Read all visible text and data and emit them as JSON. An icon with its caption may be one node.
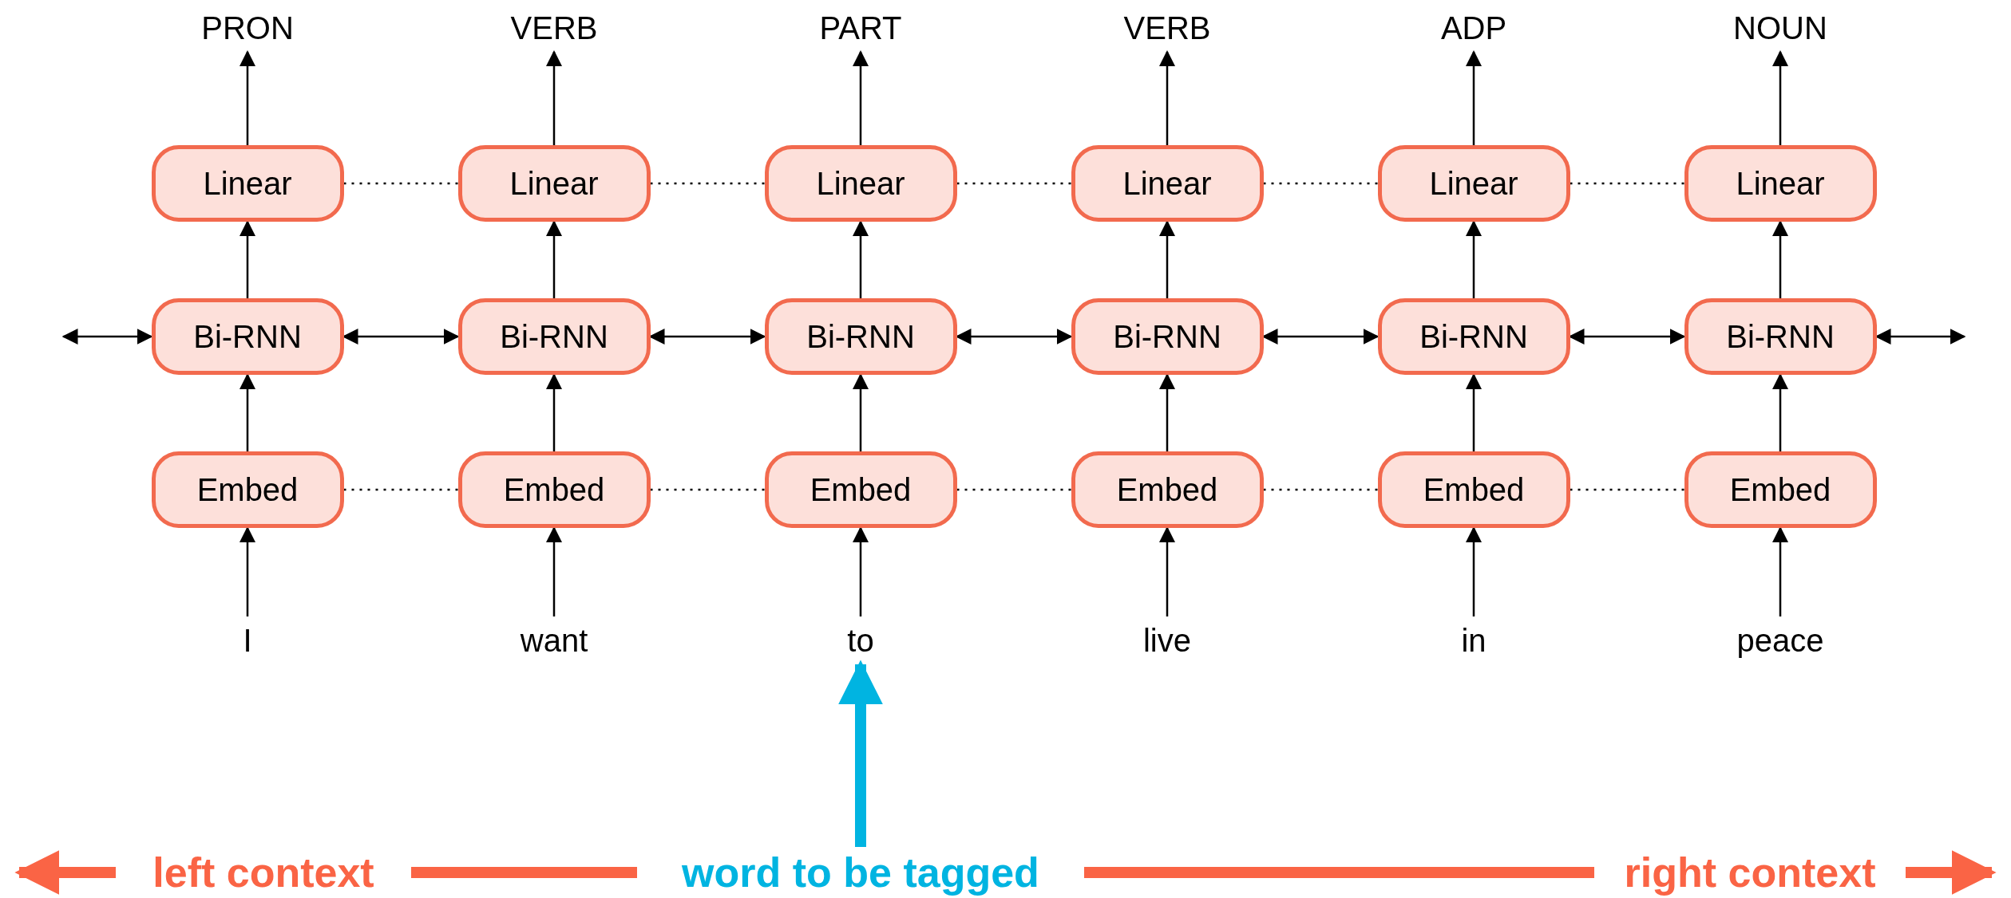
{
  "diagram": {
    "nodes": [
      {
        "text": [
          "PRON"
        ]
      },
      {
        "text": [
          "VERB"
        ]
      },
      {
        "text": [
          "PART"
        ]
      },
      {
        "text": [
          "VERB"
        ]
      },
      {
        "text": [
          "ADP"
        ]
      },
      {
        "text": [
          "NOUN"
        ]
      },
      {
        "text": [
          "Linear"
        ]
      },
      {
        "text": [
          "Linear"
        ]
      },
      {
        "text": [
          "Linear"
        ]
      },
      {
        "text": [
          "Linear"
        ]
      },
      {
        "text": [
          "Linear"
        ]
      },
      {
        "text": [
          "Linear"
        ]
      },
      {
        "text": [
          "Bi-RNN"
        ]
      },
      {
        "text": [
          "Bi-RNN"
        ]
      },
      {
        "text": [
          "Bi-RNN"
        ]
      },
      {
        "text": [
          "Bi-RNN"
        ]
      },
      {
        "text": [
          "Bi-RNN"
        ]
      },
      {
        "text": [
          "Bi-RNN"
        ]
      },
      {
        "text": [
          "Embed"
        ]
      },
      {
        "text": [
          "Embed"
        ]
      },
      {
        "text": [
          "Embed"
        ]
      },
      {
        "text": [
          "Embed"
        ]
      },
      {
        "text": [
          "Embed"
        ]
      },
      {
        "text": [
          "Embed"
        ]
      },
      {
        "text": [
          "I"
        ]
      },
      {
        "text": [
          "want"
        ]
      },
      {
        "text": [
          "to"
        ]
      },
      {
        "text": [
          "live"
        ]
      },
      {
        "text": [
          "in"
        ]
      },
      {
        "text": [
          "peace"
        ]
      },
      {
        "text": [
          "left context"
        ]
      },
      {
        "text": [
          "word to be tagged"
        ]
      },
      {
        "text": [
          "right context"
        ]
      }
    ],
    "edges": [
      {
        "from": 24,
        "to": 18,
        "arrow": "to"
      },
      {
        "from": 25,
        "to": 19,
        "arrow": "to"
      },
      {
        "from": 26,
        "to": 20,
        "arrow": "to"
      },
      {
        "from": 27,
        "to": 21,
        "arrow": "to"
      },
      {
        "from": 28,
        "to": 22,
        "arrow": "to"
      },
      {
        "from": 29,
        "to": 23,
        "arrow": "to"
      },
      {
        "from": 18,
        "to": 12,
        "arrow": "to"
      },
      {
        "from": 19,
        "to": 13,
        "arrow": "to"
      },
      {
        "from": 20,
        "to": 14,
        "arrow": "to"
      },
      {
        "from": 21,
        "to": 15,
        "arrow": "to"
      },
      {
        "from": 22,
        "to": 16,
        "arrow": "to"
      },
      {
        "from": 23,
        "to": 17,
        "arrow": "to"
      },
      {
        "from": 12,
        "to": 6,
        "arrow": "to"
      },
      {
        "from": 13,
        "to": 7,
        "arrow": "to"
      },
      {
        "from": 14,
        "to": 8,
        "arrow": "to"
      },
      {
        "from": 15,
        "to": 9,
        "arrow": "to"
      },
      {
        "from": 16,
        "to": 10,
        "arrow": "to"
      },
      {
        "from": 17,
        "to": 11,
        "arrow": "to"
      },
      {
        "from": 6,
        "to": 0,
        "arrow": "to"
      },
      {
        "from": 7,
        "to": 1,
        "arrow": "to"
      },
      {
        "from": 8,
        "to": 2,
        "arrow": "to"
      },
      {
        "from": 9,
        "to": 3,
        "arrow": "to"
      },
      {
        "from": 10,
        "to": 4,
        "arrow": "to"
      },
      {
        "from": 11,
        "to": 5,
        "arrow": "to"
      },
      {
        "from": null,
        "to": 12,
        "arrow": "both"
      },
      {
        "from": 12,
        "to": 13,
        "arrow": "both"
      },
      {
        "from": 13,
        "to": 14,
        "arrow": "both"
      },
      {
        "from": 14,
        "to": 15,
        "arrow": "both"
      },
      {
        "from": 15,
        "to": 16,
        "arrow": "both"
      },
      {
        "from": 16,
        "to": 17,
        "arrow": "both"
      },
      {
        "from": 17,
        "to": null,
        "arrow": "both"
      },
      {
        "from": 6,
        "to": 7,
        "arrow": "none",
        "style": "dashed"
      },
      {
        "from": 7,
        "to": 8,
        "arrow": "none",
        "style": "dashed"
      },
      {
        "from": 8,
        "to": 9,
        "arrow": "none",
        "style": "dashed"
      },
      {
        "from": 9,
        "to": 10,
        "arrow": "none",
        "style": "dashed"
      },
      {
        "from": 10,
        "to": 11,
        "arrow": "none",
        "style": "dashed"
      },
      {
        "from": 18,
        "to": 19,
        "arrow": "none",
        "style": "dashed"
      },
      {
        "from": 19,
        "to": 20,
        "arrow": "none",
        "style": "dashed"
      },
      {
        "from": 20,
        "to": 21,
        "arrow": "none",
        "style": "dashed"
      },
      {
        "from": 21,
        "to": 22,
        "arrow": "none",
        "style": "dashed"
      },
      {
        "from": 22,
        "to": 23,
        "arrow": "none",
        "style": "dashed"
      },
      {
        "from": 30,
        "to": null,
        "arrow": "to",
        "style": "thick",
        "color": "#fa6445"
      },
      {
        "from": 31,
        "to": 30,
        "arrow": "none",
        "style": "thick",
        "color": "#fa6445"
      },
      {
        "from": 31,
        "to": 32,
        "arrow": "none",
        "style": "thick",
        "color": "#fa6445"
      },
      {
        "from": 32,
        "to": null,
        "arrow": "to",
        "style": "thick",
        "color": "#fa6445"
      },
      {
        "from": 31,
        "to": 26,
        "arrow": "to",
        "style": "thick",
        "color": "#00b4e1"
      }
    ]
  }
}
